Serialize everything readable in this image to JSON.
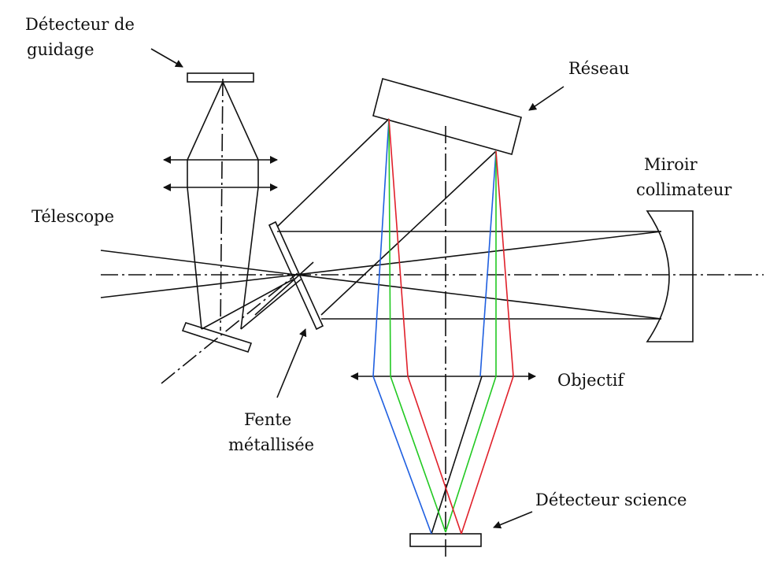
{
  "labels": {
    "detecteur_guidage_line1": "Détecteur de",
    "detecteur_guidage_line2": "guidage",
    "reseau": "Réseau",
    "miroir_line1": "Miroir",
    "miroir_line2": "collimateur",
    "telescope": "Télescope",
    "objectif": "Objectif",
    "fente_line1": "Fente",
    "fente_line2": "métallisée",
    "detecteur_science": "Détecteur science"
  },
  "colors": {
    "ink": "#111111",
    "blue_ray": "#1f5fe0",
    "green_ray": "#22c922",
    "red_ray": "#e0202a"
  }
}
